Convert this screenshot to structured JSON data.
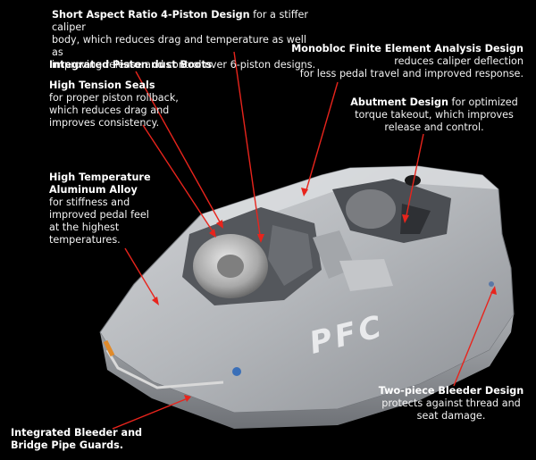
{
  "callouts": {
    "short_aspect": {
      "title": "Short Aspect Ratio 4-Piston Design",
      "body_1": " for a stiffer caliper",
      "body_2": "body, which reduces drag and temperature as well as",
      "body_3": "improving release and control over 6-piston designs."
    },
    "dust_boots": {
      "title": "Integrated Piston dust Boots"
    },
    "tension_seals": {
      "title": "High Tension Seals",
      "body_1": "for proper piston rollback,",
      "body_2": "which reduces drag and",
      "body_3": "improves consistency."
    },
    "aluminum": {
      "title_1": "High Temperature",
      "title_2": "Aluminum Alloy",
      "body_1": "for stiffness and",
      "body_2": "improved pedal feel",
      "body_3": "at the highest",
      "body_4": "temperatures."
    },
    "monobloc": {
      "title": "Monobloc Finite Element Analysis Design",
      "body_1": "reduces caliper deflection",
      "body_2": "for less pedal travel and improved response."
    },
    "abutment": {
      "title": "Abutment Design",
      "body_1": " for optimized",
      "body_2": "torque takeout, which improves",
      "body_3": "release and control."
    },
    "bleeder": {
      "title": "Two-piece Bleeder Design",
      "body_1": "protects against thread and",
      "body_2": "seat damage."
    },
    "pipe_guards": {
      "title_1": "Integrated Bleeder and",
      "title_2": "Bridge Pipe Guards."
    }
  },
  "caliper": {
    "logo_text": "PFC"
  },
  "colors": {
    "background": "#000000",
    "leader": "#e8241c",
    "body": "#b9bcc0"
  }
}
